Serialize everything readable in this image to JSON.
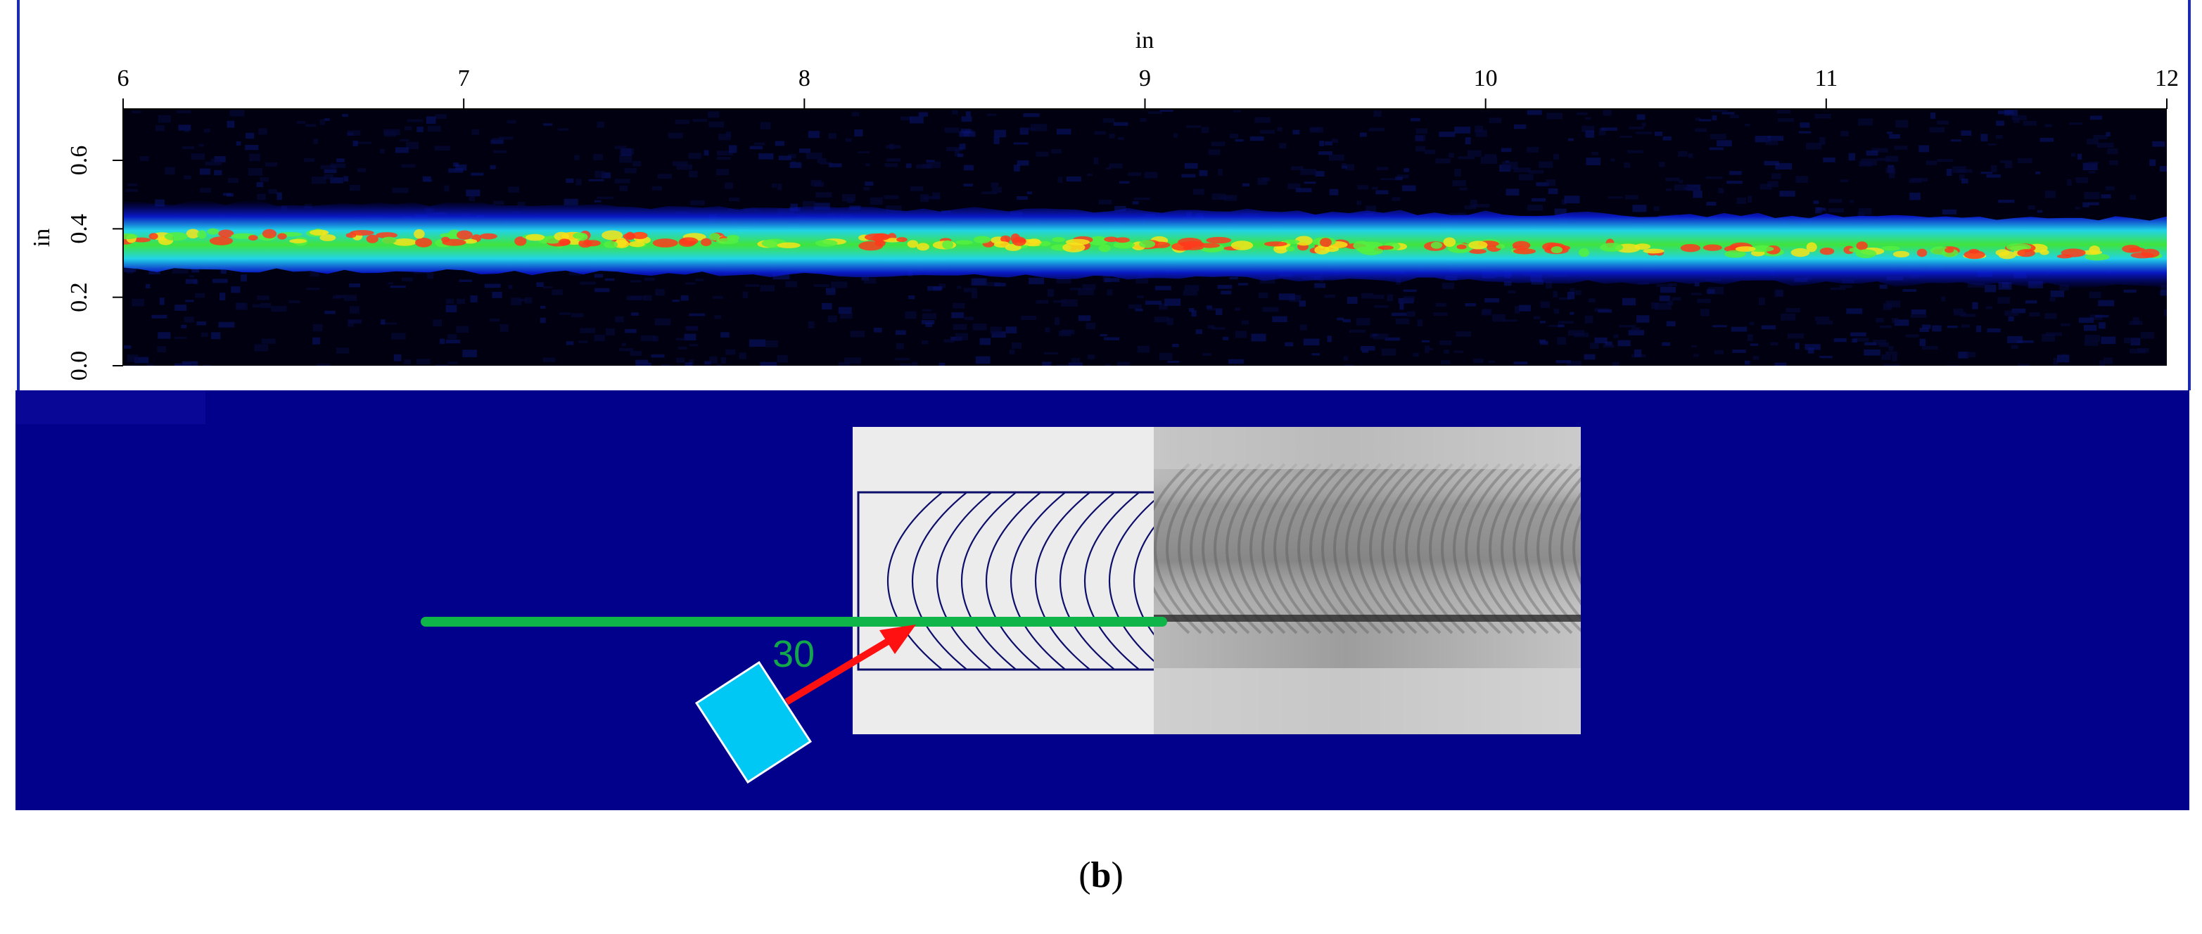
{
  "caption": {
    "open": "(",
    "letter": "b",
    "close": ")"
  },
  "scan_image": {
    "x_axis": {
      "label": "in",
      "range": [
        6,
        12
      ],
      "ticks": [
        "6",
        "7",
        "8",
        "9",
        "10",
        "11",
        "12"
      ]
    },
    "y_axis": {
      "label": "in",
      "range": [
        0.0,
        0.75
      ],
      "ticks": [
        "0.0",
        "0.2",
        "0.4",
        "0.6"
      ]
    },
    "weld_line_y_start": 0.38,
    "weld_line_y_end": 0.33,
    "colors": {
      "background": "#000011",
      "low": "#0a1bd6",
      "mid": "#21d3e8",
      "high": "#3fe43c",
      "peak": "#ff3a1c"
    }
  },
  "schematic": {
    "angle_label": "30",
    "colors": {
      "panel": "#02018c",
      "scan_line": "#0fb548",
      "beam_arrow": "#ff1111",
      "probe": "#00c8f5",
      "specimen": "#ececec",
      "wavefront": "#0d0d6a",
      "angle_text": "#12a84a"
    }
  }
}
